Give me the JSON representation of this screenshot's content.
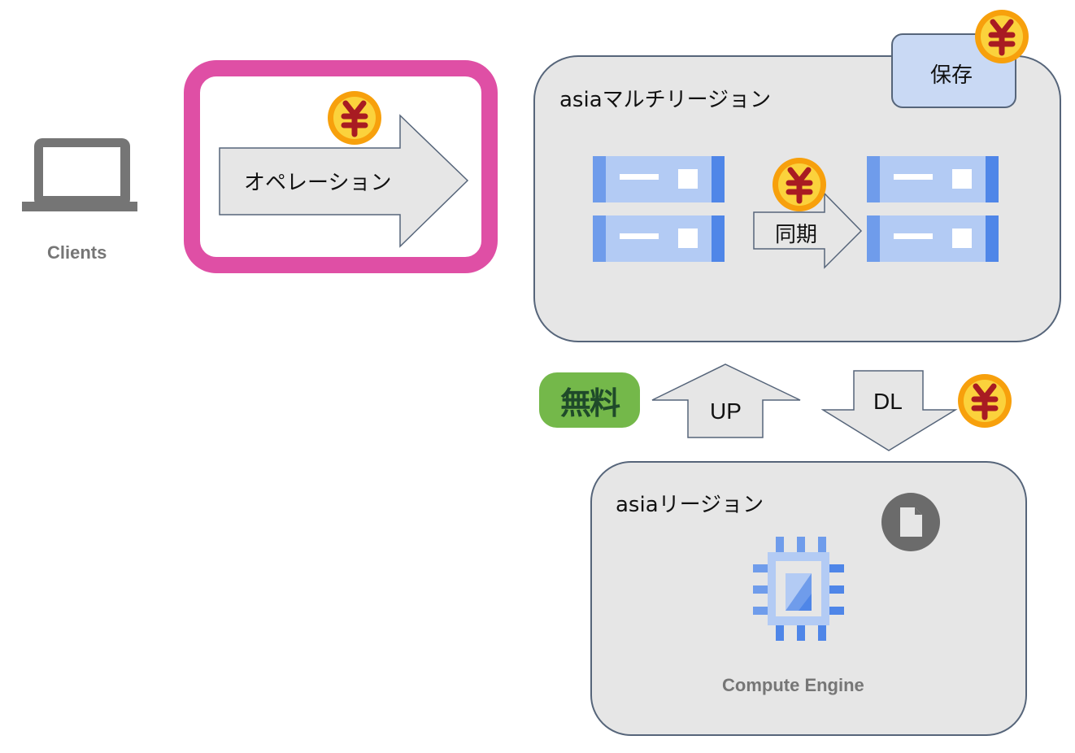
{
  "clients": {
    "label": "Clients",
    "icon": "laptop-icon"
  },
  "operation": {
    "label": "オペレーション",
    "highlight_color": "#df4fa5",
    "cost_icon": "yen-coin-icon"
  },
  "multi_region": {
    "title": "asiaマルチリージョン",
    "storage_label": "保存",
    "sync_label": "同期",
    "storage_color": "#c9d9f4"
  },
  "transfer": {
    "upload_label": "UP",
    "download_label": "DL",
    "free_badge": "無料"
  },
  "region": {
    "title": "asiaリージョン",
    "service_label": "Compute Engine",
    "file_icon": "file-icon",
    "chip_icon": "compute-engine-icon"
  },
  "colors": {
    "coin_outer": "#f7a00c",
    "coin_inner": "#fbd23c",
    "coin_symbol": "#a81b22",
    "free_bg": "#74b84a",
    "free_text": "#1f4a2a",
    "server_light": "#b3cbf4",
    "server_mid": "#6f9ceb",
    "server_dark": "#4f86e8"
  }
}
